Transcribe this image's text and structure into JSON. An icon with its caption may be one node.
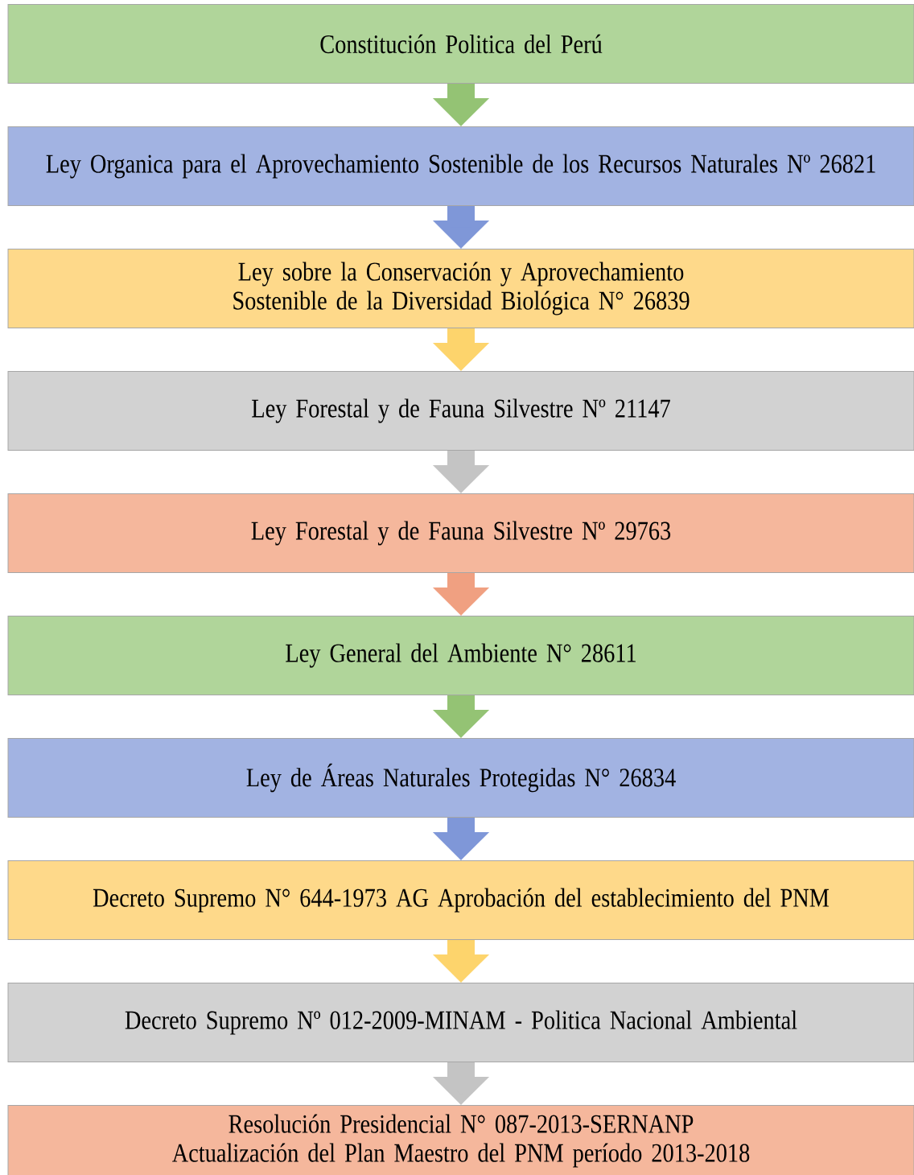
{
  "diagram": {
    "nodes": [
      {
        "text": [
          "Constitución Politica del Perú"
        ]
      },
      {
        "text": [
          "Ley Organica para el Aprovechamiento Sostenible de los Recursos Naturales Nº 26821"
        ]
      },
      {
        "text": [
          "Ley sobre la Conservación y Aprovechamiento Sostenible de la Diversidad Biológica N° 26839"
        ]
      },
      {
        "text": [
          "Ley Forestal y de Fauna Silvestre Nº 21147"
        ]
      },
      {
        "text": [
          "Ley Forestal y de Fauna Silvestre Nº 29763"
        ]
      },
      {
        "text": [
          "Ley General del Ambiente N° 28611"
        ]
      },
      {
        "text": [
          "Ley de Áreas Naturales Protegidas N° 26834"
        ]
      },
      {
        "text": [
          "Decreto Supremo N° 644-1973 AG Aprobación del establecimiento del PNM"
        ]
      },
      {
        "text": [
          "Decreto Supremo Nº 012-2009-MINAM - Politica Nacional Ambiental"
        ]
      },
      {
        "text": [
          "Resolución Presidencial N° 087-2013-SERNANP Actualización del Plan Maestro del PNM período 2013-2018"
        ]
      }
    ],
    "edges": [
      {
        "from": 0,
        "to": 1,
        "arrow": "to",
        "color": "#94c374"
      },
      {
        "from": 1,
        "to": 2,
        "arrow": "to",
        "color": "#7f97d8"
      },
      {
        "from": 2,
        "to": 3,
        "arrow": "to",
        "color": "#fdd46c"
      },
      {
        "from": 3,
        "to": 4,
        "arrow": "to",
        "color": "#c4c4c4"
      },
      {
        "from": 4,
        "to": 5,
        "arrow": "to",
        "color": "#f0a081"
      },
      {
        "from": 5,
        "to": 6,
        "arrow": "to",
        "color": "#94c374"
      },
      {
        "from": 6,
        "to": 7,
        "arrow": "to",
        "color": "#7f97d8"
      },
      {
        "from": 7,
        "to": 8,
        "arrow": "to",
        "color": "#fdd46c"
      },
      {
        "from": 8,
        "to": 9,
        "arrow": "to",
        "color": "#c4c4c4"
      }
    ]
  }
}
